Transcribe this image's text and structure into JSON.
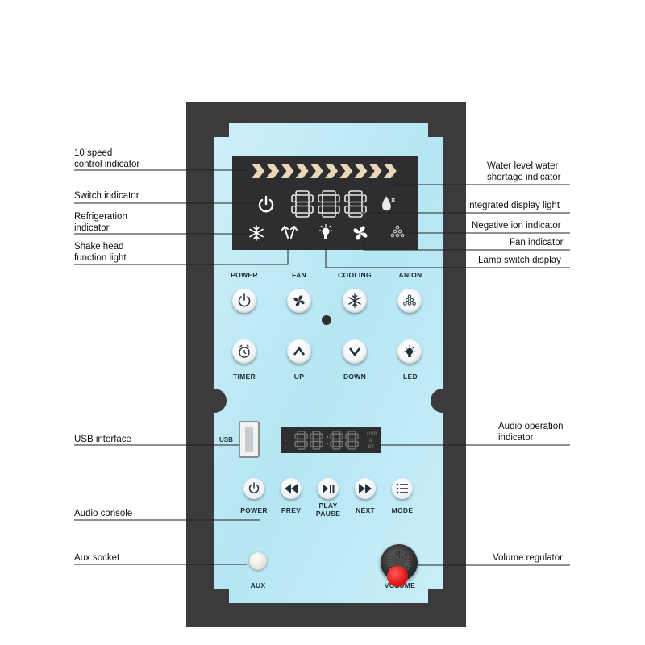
{
  "callouts_left": [
    {
      "id": "speed",
      "text": "10 speed\ncontrol indicator"
    },
    {
      "id": "switch",
      "text": "Switch indicator"
    },
    {
      "id": "refrig",
      "text": "Refrigeration\nindicator"
    },
    {
      "id": "shake",
      "text": "Shake head\nfunction light"
    },
    {
      "id": "usb",
      "text": "USB interface"
    },
    {
      "id": "audio",
      "text": "Audio console"
    },
    {
      "id": "aux",
      "text": "Aux socket"
    }
  ],
  "callouts_right": [
    {
      "id": "water",
      "text": "Water level water\nshortage indicator"
    },
    {
      "id": "display",
      "text": "Integrated display light"
    },
    {
      "id": "ion",
      "text": "Negative ion indicator"
    },
    {
      "id": "fan",
      "text": "Fan indicator"
    },
    {
      "id": "lamp",
      "text": "Lamp switch display"
    },
    {
      "id": "audioop",
      "text": "Audio operation\nindicator"
    },
    {
      "id": "volume",
      "text": "Volume regulator"
    }
  ],
  "lcd": {
    "digits": "888"
  },
  "controls_row1": [
    "POWER",
    "FAN",
    "COOLING",
    "ANION"
  ],
  "controls_row2": [
    "TIMER",
    "UP",
    "DOWN",
    "LED"
  ],
  "usb_label": "USB",
  "audio_display": {
    "digits": "88:88",
    "indicators": [
      "USB",
      "II",
      "BT"
    ]
  },
  "audio_buttons": [
    "POWER",
    "PREV",
    "PLAY\nPAUSE",
    "NEXT",
    "MODE"
  ],
  "aux_label": "AUX",
  "volume_label": "VOLUME",
  "colors": {
    "panel": "#3b3b3d",
    "face": "#bfe9f5",
    "lcd": "#2e2e30",
    "chevron": "#e8d9c2",
    "knob": "#e02020"
  }
}
